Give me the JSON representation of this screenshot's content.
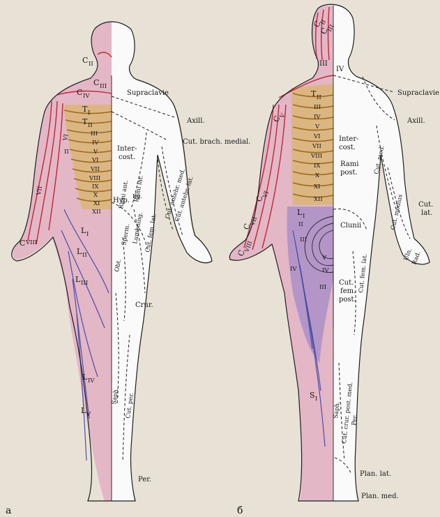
{
  "colors": {
    "background": "#e8e2d6",
    "skin_pink": "#e3b7c6",
    "thoracic_band": "#d9b56a",
    "lumbar_blue": "#8c7cc8",
    "cervical_red": "#c0243a"
  },
  "figure_front": {
    "caption": "а",
    "segment_labels": [
      "C",
      "II",
      "C",
      "III",
      "C",
      "IV",
      "T",
      "I",
      "T",
      "II",
      "III",
      "IV",
      "V",
      "VI",
      "VII",
      "VIII",
      "IX",
      "X",
      "XI",
      "XII",
      "L",
      "I",
      "L",
      "II",
      "L",
      "III",
      "L",
      "IV",
      "L",
      "V",
      "VI",
      "VII",
      "C",
      "VIII",
      "II"
    ],
    "nerve_labels": [
      "Supraclavie",
      "Axill.",
      "Cut. brach. medial.",
      "Inter-",
      "cost.",
      "Rami ant.",
      "Rami lat.",
      "Hyp.",
      "Ilg.",
      "Cut. antebr. lat.",
      "Cut. antebr. med.",
      "Lumboing.",
      "Sperm.",
      "Cut. fem. lat.",
      "Obt.",
      "Crur.",
      "Saph.",
      "Cut. per.",
      "Per."
    ]
  },
  "figure_back": {
    "caption": "б",
    "segment_labels": [
      "C",
      "II",
      "C",
      "III",
      "III",
      "IV",
      "C",
      "V",
      "T",
      "II",
      "III",
      "IV",
      "V",
      "VI",
      "VII",
      "VIII",
      "IX",
      "X",
      "XI",
      "XII",
      "C",
      "VI",
      "C",
      "VII",
      "C",
      "VIII",
      "L",
      "I",
      "II",
      "III",
      "IV",
      "V",
      "IV",
      "III",
      "S",
      "I"
    ],
    "nerve_labels": [
      "Supraclavie",
      "Axill.",
      "Inter-",
      "cost.",
      "Rami",
      "post.",
      "Cut. med.",
      "Cut. medius",
      "Cut.",
      "lat.",
      "Clunii",
      "Rad.",
      "Uln.",
      "Cut.",
      "fem.",
      "post.",
      "Cut. fem. lat.",
      "Saph.",
      "Cut. crur. post. med.",
      "Per.",
      "Plan. lat.",
      "Plan. med."
    ]
  }
}
